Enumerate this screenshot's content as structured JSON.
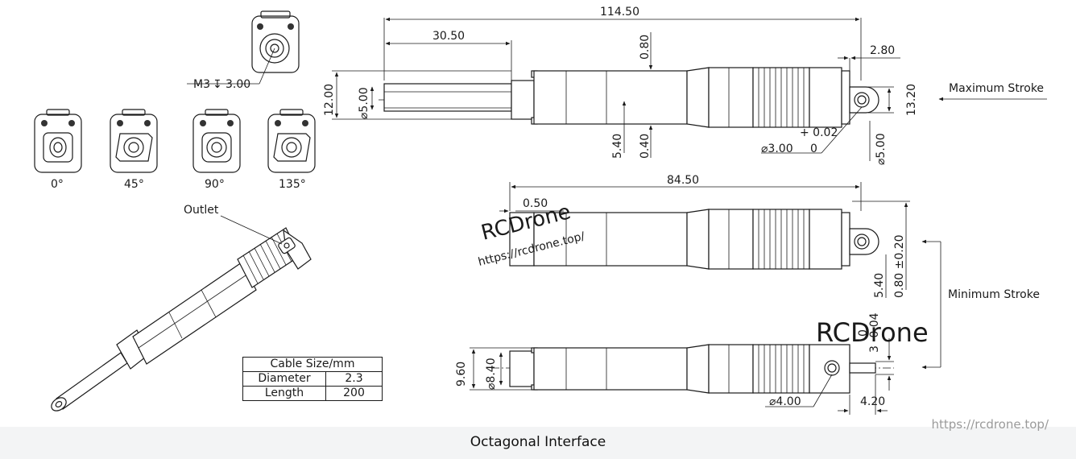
{
  "labels": {
    "m3": "M3",
    "m3_depth": "3.00",
    "angle_0": "0°",
    "angle_45": "45°",
    "angle_90": "90°",
    "angle_135": "135°",
    "outlet": "Outlet",
    "max_stroke": "Maximum Stroke",
    "min_stroke": "Minimum Stroke"
  },
  "dims_top": {
    "overall": "114.50",
    "d30_50": "30.50",
    "d0_80": "0.80",
    "d2_80": "2.80",
    "d12_00": "12.00",
    "phi5_00": "⌀5.00",
    "d13_20": "13.20",
    "d5_40": "5.40",
    "d0_40": "0.40",
    "tol_plus": "+ 0.02",
    "phi3_00": "⌀3.00",
    "tol_zero": "0",
    "phi5_00_r": "⌀5.00"
  },
  "dims_mid": {
    "overall": "84.50",
    "d0_50": "0.50",
    "d5_40": "5.40",
    "d0_80_tol": "0.80 ±0.20"
  },
  "dims_bottom": {
    "d9_60": "9.60",
    "phi8_40": "⌀8.40",
    "phi4_00": "⌀4.00",
    "d4_20": "4.20",
    "tol_vert": "3 -0.04",
    "tol_vert0": "0"
  },
  "cable_table": {
    "header": "Cable Size/mm",
    "rows": [
      {
        "label": "Diameter",
        "value": "2.3"
      },
      {
        "label": "Length",
        "value": "200"
      }
    ]
  },
  "watermarks": {
    "brand": "RCDrone",
    "url": "https://rcdrone.top/"
  },
  "footer": {
    "title": "Octagonal Interface",
    "url": "https://rcdrone.top/"
  }
}
